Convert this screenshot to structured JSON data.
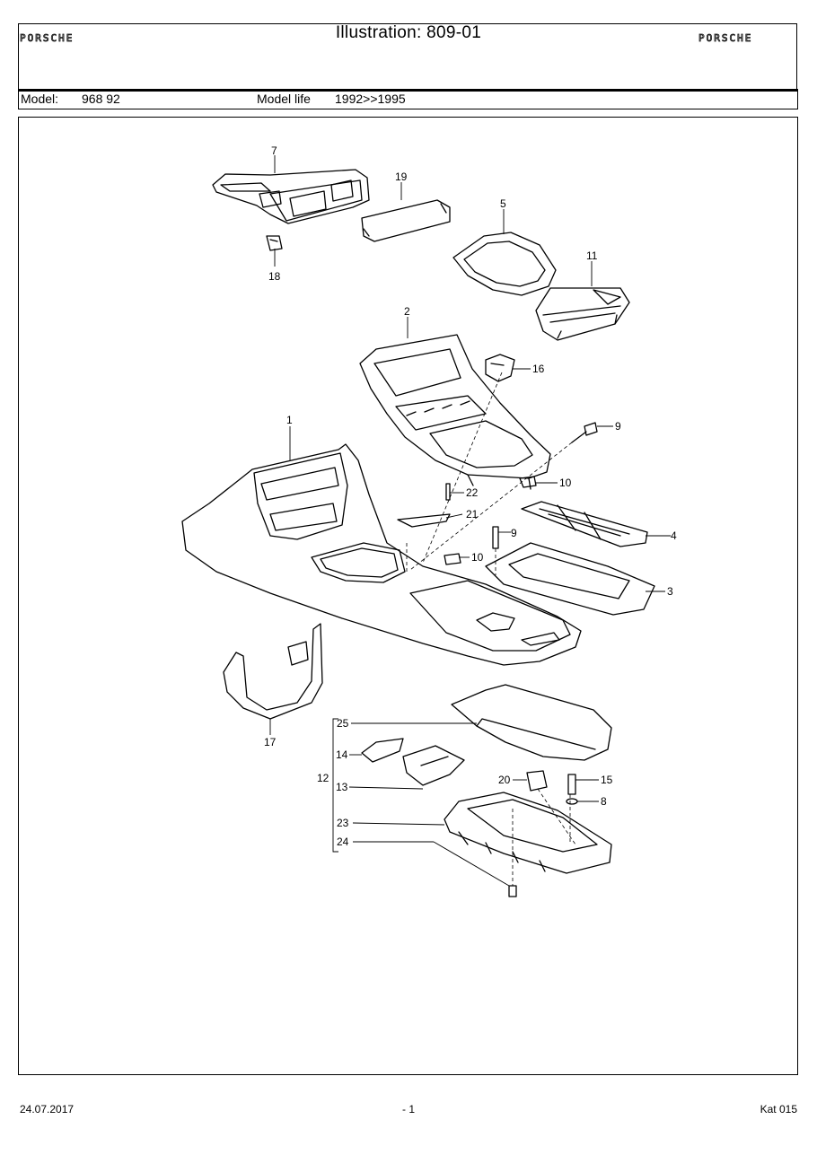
{
  "header": {
    "brand_left": "PORSCHE",
    "brand_right": "PORSCHE",
    "illustration": "Illustration: 809-01"
  },
  "model": {
    "model_label": "Model:",
    "model_value": "968 92",
    "life_label": "Model life",
    "life_value": "1992>>1995"
  },
  "diagram": {
    "callouts": [
      "7",
      "19",
      "5",
      "11",
      "18",
      "2",
      "16",
      "9",
      "1",
      "10",
      "22",
      "21",
      "9",
      "4",
      "10",
      "3",
      "17",
      "25",
      "14",
      "12",
      "13",
      "20",
      "15",
      "8",
      "23",
      "24"
    ]
  },
  "footer": {
    "date": "24.07.2017",
    "page": "- 1",
    "catalog": "Kat 015"
  }
}
